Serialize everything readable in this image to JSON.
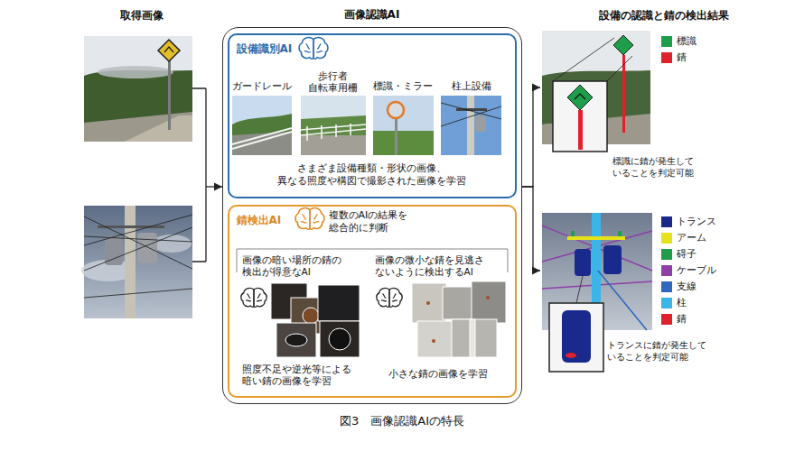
{
  "diagram": {
    "caption": "図3　画像認識AIの特長",
    "nodes": [
      {
        "text": [
          "取得画像"
        ]
      },
      {
        "text": [
          "画像認識AI"
        ]
      },
      {
        "text": [
          "設備識別AI",
          "ガードレール",
          "歩行者 自転車用柵",
          "標識・ミラー",
          "柱上設備",
          "さまざま設備種類・形状の画像、 異なる照度や構図で撮影された画像を学習"
        ],
        "in": 1
      },
      {
        "text": [
          "錆検出AI",
          "複数のAIの結果を 総合的に判断",
          "画像の暗い場所の錆の 検出が得意なAI",
          "照度不足や逆光等による 暗い錆の画像を学習",
          "画像の微小な錆を見逃さ ないように検出するAI",
          "小さな錆の画像を学習"
        ],
        "in": 1
      },
      {
        "text": [
          "設備の認識と錆の検出結果"
        ]
      },
      {
        "text": [
          "標識に錆が発生して いることを判定可能"
        ],
        "in": 4
      },
      {
        "text": [
          "トランスに錆が発生して いることを判定可能"
        ],
        "in": 4
      }
    ],
    "edges": [
      {
        "from": 0,
        "to": 1,
        "arrow": "to"
      },
      {
        "from": 1,
        "to": 5,
        "arrow": "to"
      },
      {
        "from": 1,
        "to": 6,
        "arrow": "to"
      }
    ],
    "legend": [
      {
        "text": "標識",
        "color": "#1e9e4a"
      },
      {
        "text": "錆",
        "color": "#e0202a"
      },
      {
        "text": "トランス",
        "color": "#1a2a8c"
      },
      {
        "text": "アーム",
        "color": "#e6e21a"
      },
      {
        "text": "碍子",
        "color": "#1e9e4a"
      },
      {
        "text": "ケーブル",
        "color": "#8e3fa8"
      },
      {
        "text": "支線",
        "color": "#3068c0"
      },
      {
        "text": "柱",
        "color": "#3bb4e8"
      },
      {
        "text": "錆",
        "color": "#e0202a"
      }
    ]
  }
}
